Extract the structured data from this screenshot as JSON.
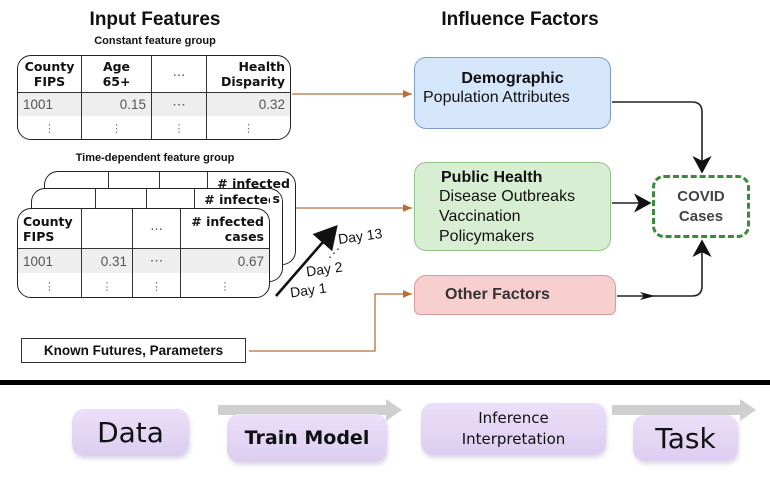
{
  "input_features": {
    "title": "Input Features",
    "constant_group": {
      "label": "Constant feature group",
      "headers": [
        [
          "County",
          "FIPS"
        ],
        [
          "Age 65+"
        ],
        [
          "⋯"
        ],
        [
          "Health",
          "Disparity"
        ]
      ],
      "row": [
        "1001",
        "0.15",
        "⋯",
        "0.32"
      ],
      "dots": [
        "⋮",
        "⋮",
        "⋮",
        "⋮"
      ]
    },
    "time_group": {
      "label": "Time-dependent feature group",
      "back_header": "# infected",
      "back_header_tail": "s",
      "headers": [
        [
          "County",
          "FIPS"
        ],
        [
          ""
        ],
        [
          "⋯"
        ],
        [
          "# infected",
          "cases"
        ]
      ],
      "row": [
        "1001",
        "0.31",
        "⋯",
        "0.67"
      ],
      "dots": [
        "⋮",
        "⋮",
        "⋮",
        "⋮"
      ],
      "days": [
        "Day 1",
        "Day 2",
        "⋰",
        "Day 13"
      ]
    },
    "known": "Known Futures, Parameters"
  },
  "influence_factors": {
    "title": "Influence Factors",
    "demographic": {
      "title": "Demographic",
      "lines": [
        "Population Attributes"
      ],
      "color": "#d6e6fa",
      "border": "#7f9ccc"
    },
    "public_health": {
      "title": "Public Health",
      "lines": [
        "Disease Outbreaks",
        "Vaccination",
        "Policymakers"
      ],
      "color": "#d8eed3",
      "border": "#93c48a"
    },
    "other": {
      "title": "Other Factors",
      "color": "#f8cfcf",
      "border": "#d99a9a"
    },
    "target": {
      "lines": [
        "COVID",
        "Cases"
      ],
      "border": "#3a8a3a"
    }
  },
  "colors": {
    "input_arrow": "#b8703a",
    "factor_arrow": "#111111"
  },
  "pipeline": {
    "steps": [
      {
        "label": "Data"
      },
      {
        "label": "Train Model"
      },
      {
        "label": "Inference",
        "label2": "Interpretation"
      },
      {
        "label": "Task"
      }
    ]
  }
}
